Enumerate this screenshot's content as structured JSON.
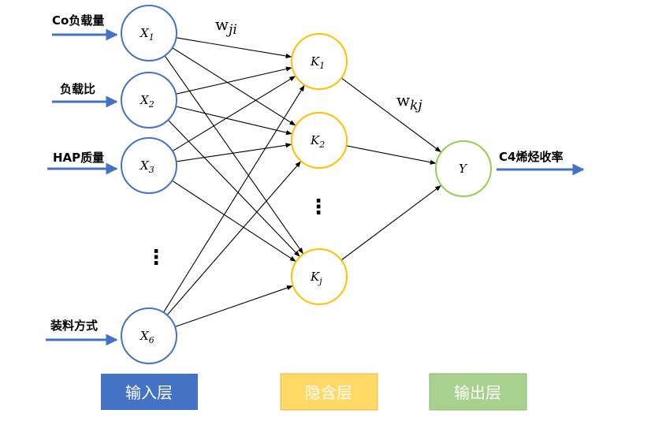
{
  "inputs": [
    {
      "label": "Co负载量",
      "node": "X",
      "sub": "1"
    },
    {
      "label": "负载比",
      "node": "X",
      "sub": "2"
    },
    {
      "label": "HAP质量",
      "node": "X",
      "sub": "3"
    },
    {
      "label": "装料方式",
      "node": "X",
      "sub": "6"
    }
  ],
  "hidden": [
    {
      "node": "K",
      "sub": "1"
    },
    {
      "node": "K",
      "sub": "2"
    },
    {
      "node": "K",
      "sub": "j"
    }
  ],
  "output": {
    "node": "Y",
    "label": "C4烯烃收率"
  },
  "weights": {
    "wji": {
      "base": "w",
      "sub": "ji"
    },
    "wkj": {
      "base": "w",
      "sub": "kj"
    }
  },
  "ellipsis": "⋮",
  "legend": {
    "input": "输入层",
    "hidden": "隐含层",
    "output": "输出层"
  },
  "colors": {
    "input": "#4472C4",
    "hidden": "#FFC000",
    "output": "#92D050",
    "arrow": "#4472C4",
    "legend_input": "#4472C4",
    "legend_hidden": "#FFD966",
    "legend_output": "#A9D18E"
  }
}
